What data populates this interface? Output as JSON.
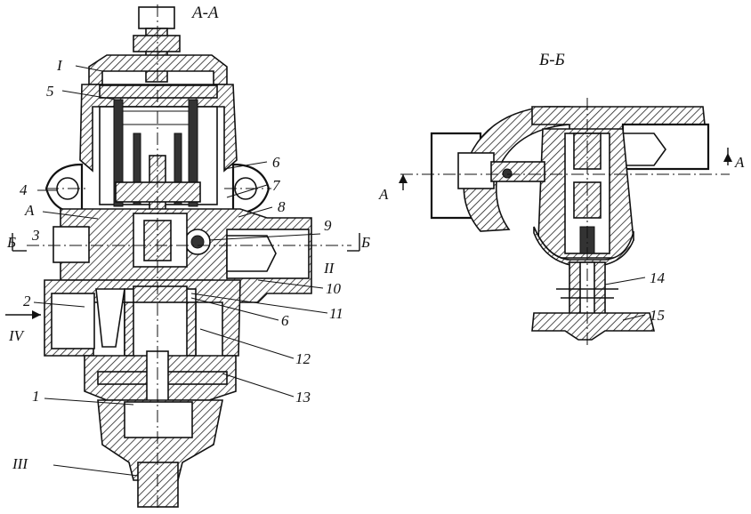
{
  "sections": {
    "left": "А-А",
    "right": "Б-Б"
  },
  "cut_marks": {
    "a_left": "А",
    "a_right": "А",
    "b_left": "Б",
    "b_right": "Б"
  },
  "zones": [
    "I",
    "II",
    "III",
    "IV"
  ],
  "callouts": [
    "1",
    "2",
    "3",
    "4",
    "5",
    "6",
    "7",
    "8",
    "9",
    "10",
    "11",
    "12",
    "13",
    "14",
    "15"
  ],
  "extra_labels": {
    "a_mark": "А",
    "six_duplicate": "6"
  }
}
